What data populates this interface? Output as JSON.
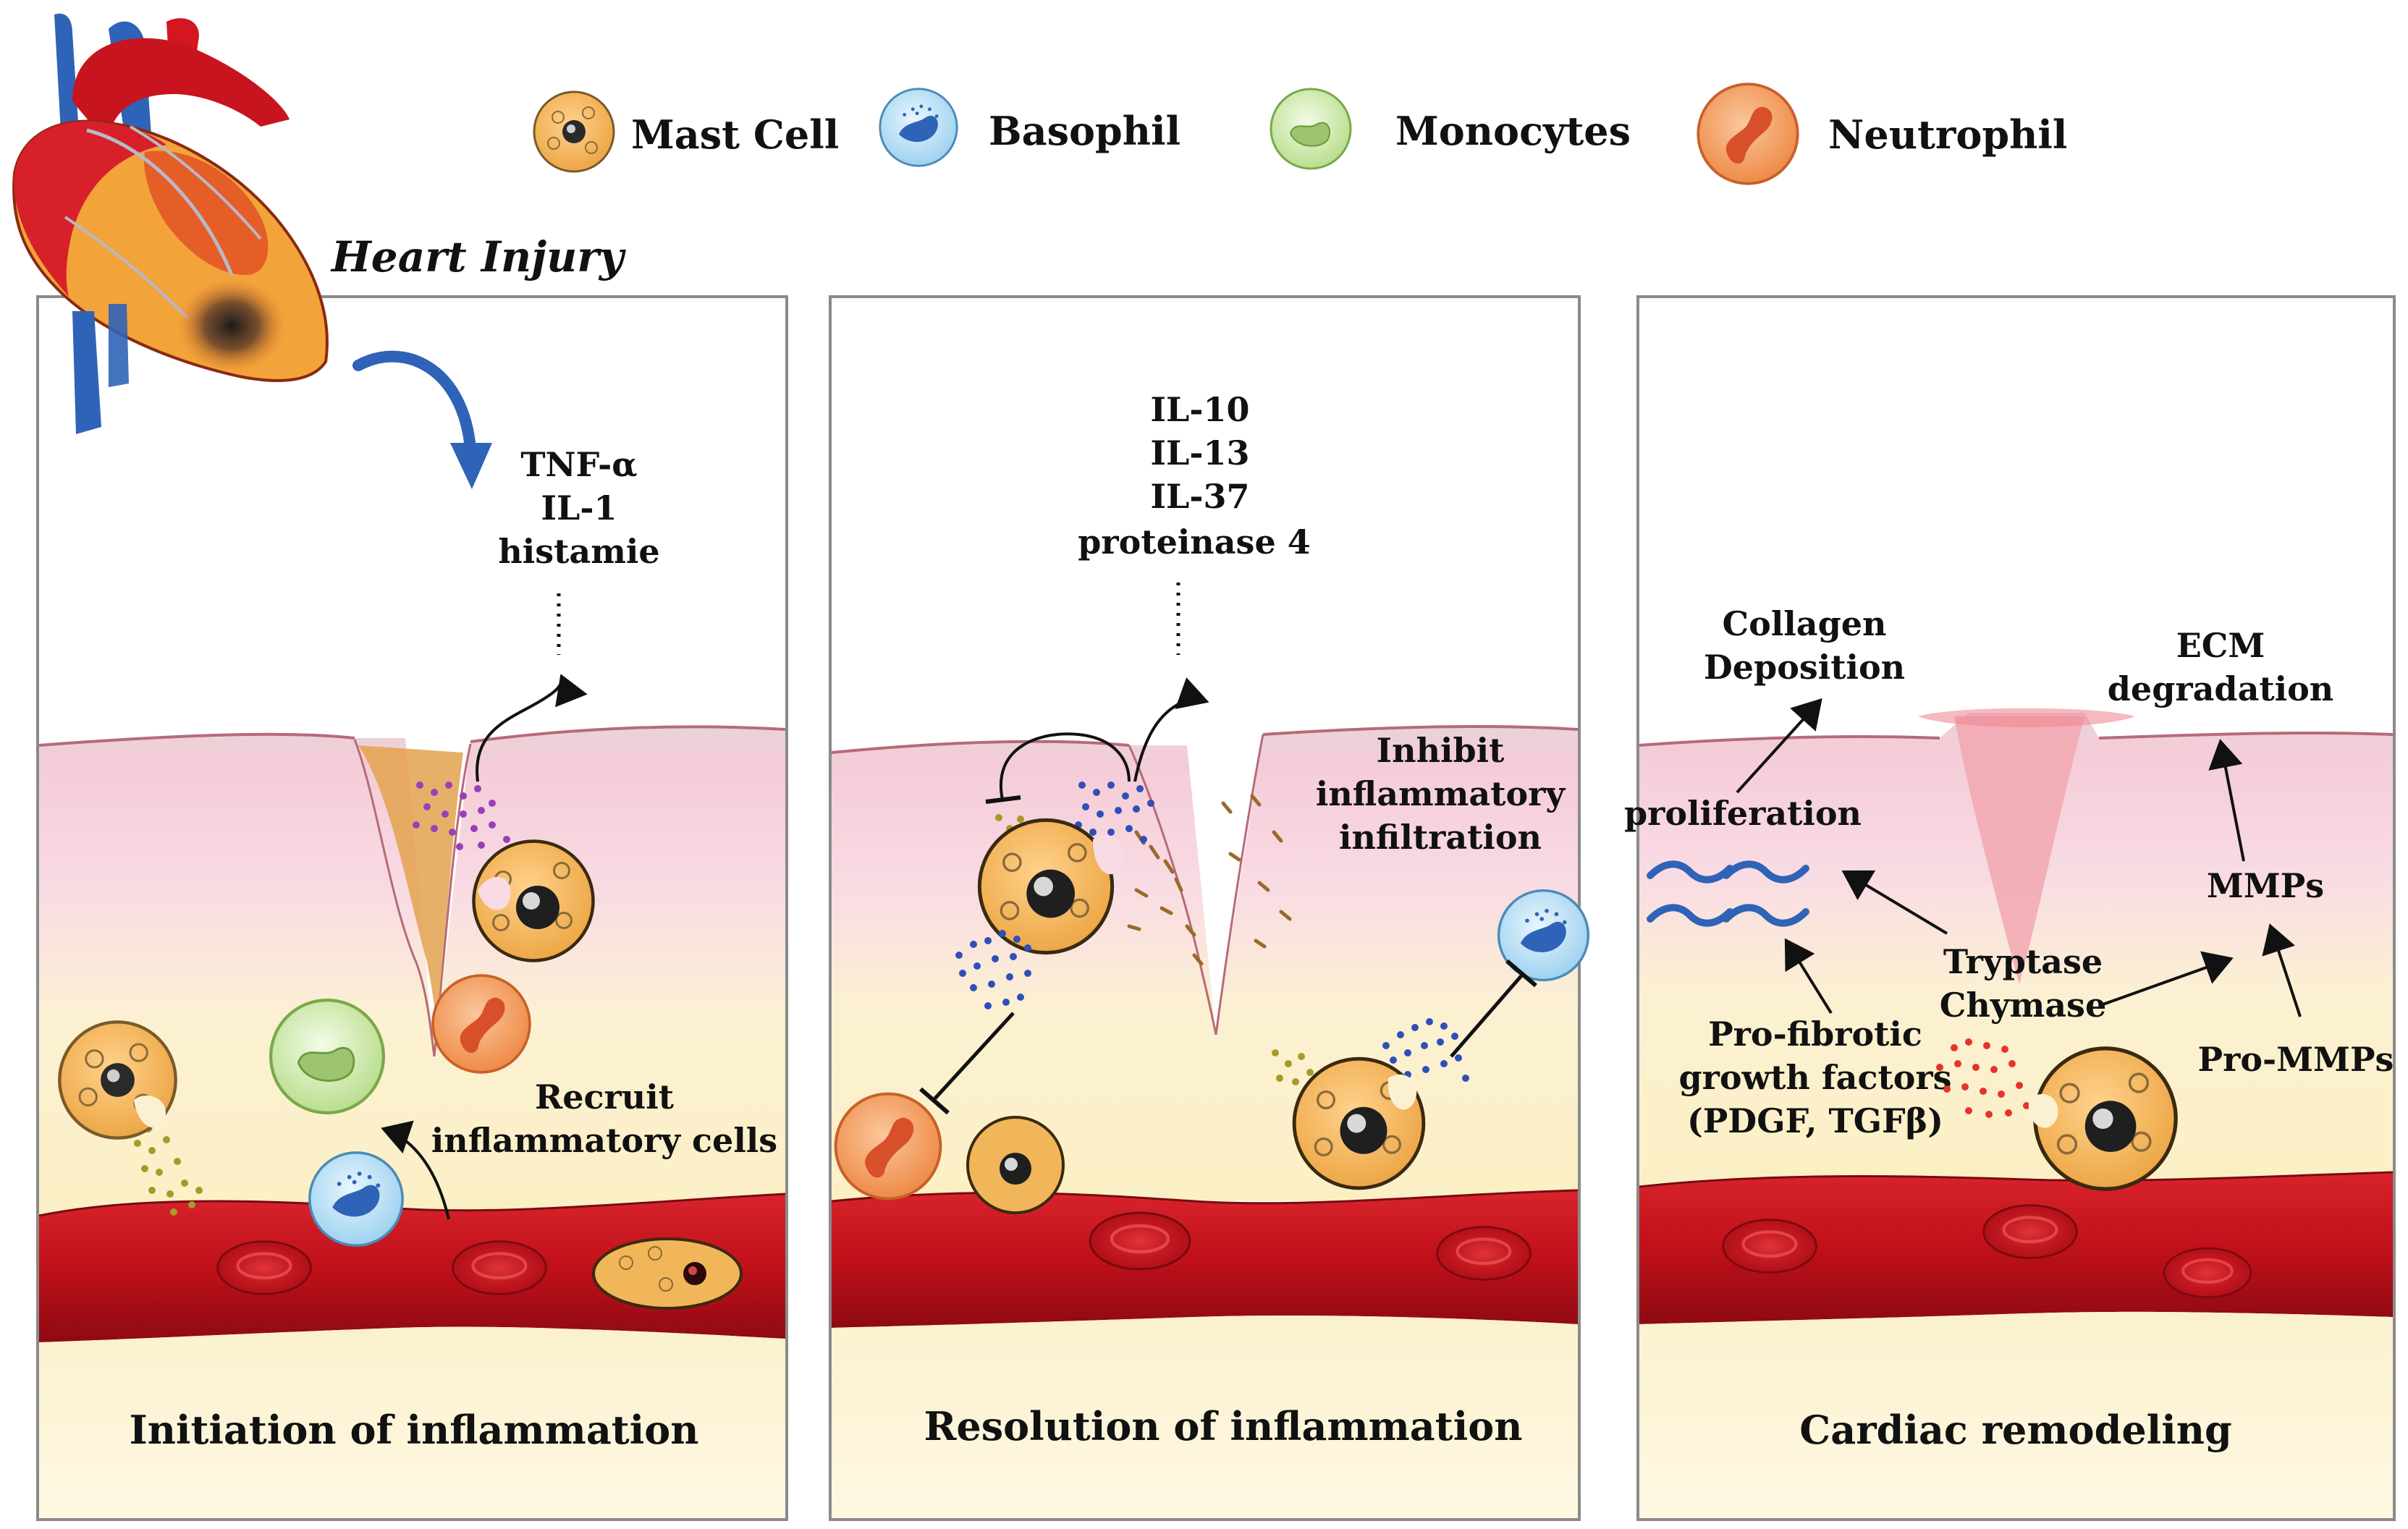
{
  "legend": {
    "items": [
      {
        "label": "Mast Cell",
        "icon": "mast-cell-icon",
        "color": "#F2B65A"
      },
      {
        "label": "Basophil",
        "icon": "basophil-icon",
        "color": "#BFE3F7"
      },
      {
        "label": "Monocytes",
        "icon": "monocyte-icon",
        "color": "#C8E6A6"
      },
      {
        "label": "Neutrophil",
        "icon": "neutrophil-icon",
        "color": "#F4A46A"
      }
    ]
  },
  "heart": {
    "label": "Heart Injury",
    "icon": "heart-icon"
  },
  "panels": [
    {
      "title": "Initiation of inflammation",
      "mediators": [
        "TNF-α",
        "IL-1",
        "histamie"
      ],
      "action": [
        "Recruit",
        "inflammatory cells"
      ]
    },
    {
      "title": "Resolution of inflammation",
      "mediators": [
        "IL-10",
        "IL-13",
        "IL-37",
        "proteinase 4"
      ],
      "action": [
        "Inhibit",
        "inflammatory",
        "infiltration"
      ]
    },
    {
      "title": "Cardiac remodeling",
      "collagen": [
        "Collagen",
        "Deposition"
      ],
      "ecm": [
        "ECM",
        "degradation"
      ],
      "proliferation": "proliferation",
      "mmps": "MMPs",
      "enzymes": [
        "Tryptase",
        "Chymase"
      ],
      "profibrotic": [
        "Pro-fibrotic",
        "growth factors",
        "(PDGF, TGFβ)"
      ],
      "prommps": "Pro-MMPs"
    }
  ],
  "colors": {
    "tissue_pink": "#F6D3DA",
    "tissue_yellow": "#FBF1C6",
    "vessel_red": "#C8141E",
    "panel_border": "#8A8A8A",
    "arrow_blue": "#2F63B8"
  }
}
